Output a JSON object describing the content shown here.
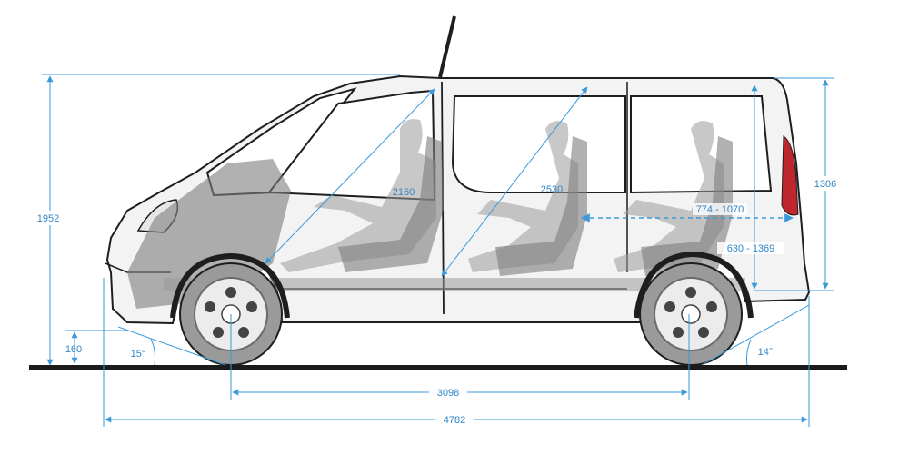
{
  "dimensions": {
    "overall_height": "1952",
    "roof_height": "1306",
    "front_legroom": "2160",
    "rear_legroom": "2530",
    "seat_range": "774 - 1070",
    "floor_range": "630 - 1369",
    "ground_clearance": "160",
    "approach_angle": "15°",
    "departure_angle": "14°",
    "wheelbase": "3098",
    "overall_length": "4782"
  },
  "colors": {
    "dimension": "#3a9ad9",
    "body": "#f3f3f3",
    "outline": "#1e1e1e",
    "tail_light": "#c0262d",
    "ground": "#1a1a1a"
  }
}
